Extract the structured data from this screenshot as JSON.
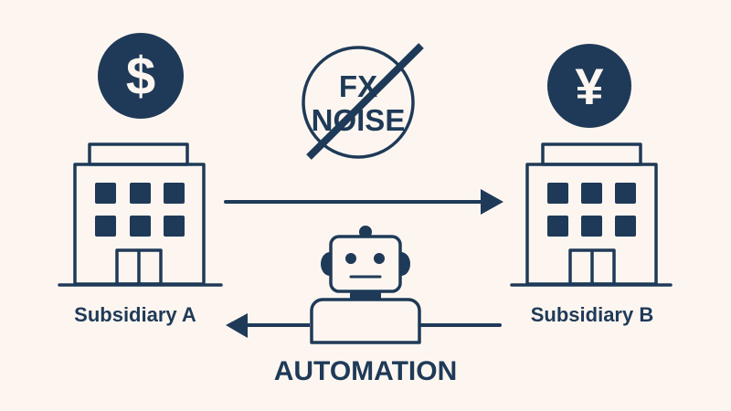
{
  "colors": {
    "background": "#fdf6f0",
    "ink": "#1f3a58"
  },
  "currencies": {
    "left": {
      "symbol": "$",
      "icon": "dollar-icon"
    },
    "right": {
      "symbol": "¥",
      "icon": "yen-icon"
    }
  },
  "fx_noise": {
    "line1": "FX",
    "line2": "NOISE",
    "icon": "prohibited-icon"
  },
  "entities": [
    {
      "label": "Subsidiary A",
      "icon": "building-icon"
    },
    {
      "label": "Subsidiary B",
      "icon": "building-icon"
    }
  ],
  "automation": {
    "label": "AUTOMATION",
    "icon": "robot-icon"
  },
  "flows": [
    {
      "from": "Subsidiary A",
      "to": "Subsidiary B",
      "icon": "arrow-right-icon"
    },
    {
      "from": "Subsidiary B",
      "to": "Subsidiary A",
      "via": "AUTOMATION",
      "icon": "arrow-left-icon"
    }
  ]
}
